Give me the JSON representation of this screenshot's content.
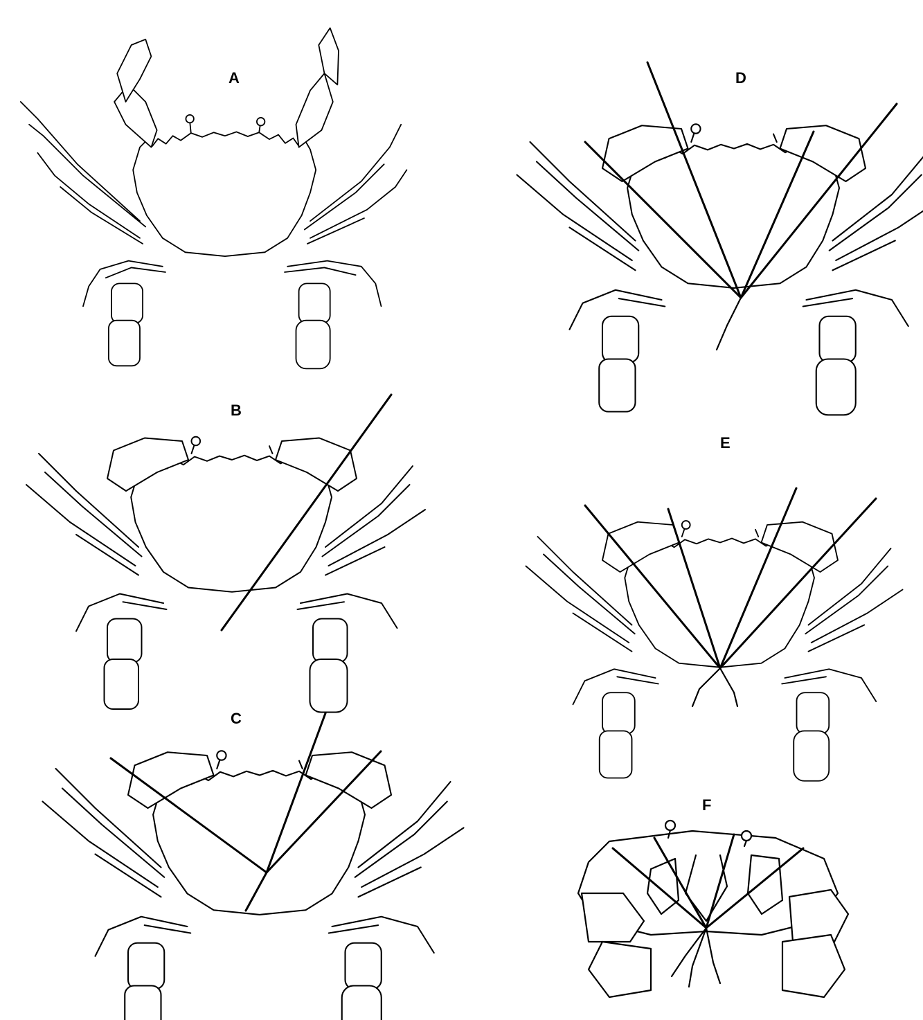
{
  "panels": [
    {
      "id": "A",
      "label": "A"
    },
    {
      "id": "B",
      "label": "B"
    },
    {
      "id": "C",
      "label": "C"
    },
    {
      "id": "D",
      "label": "D"
    },
    {
      "id": "E",
      "label": "E"
    },
    {
      "id": "F",
      "label": "F"
    }
  ]
}
